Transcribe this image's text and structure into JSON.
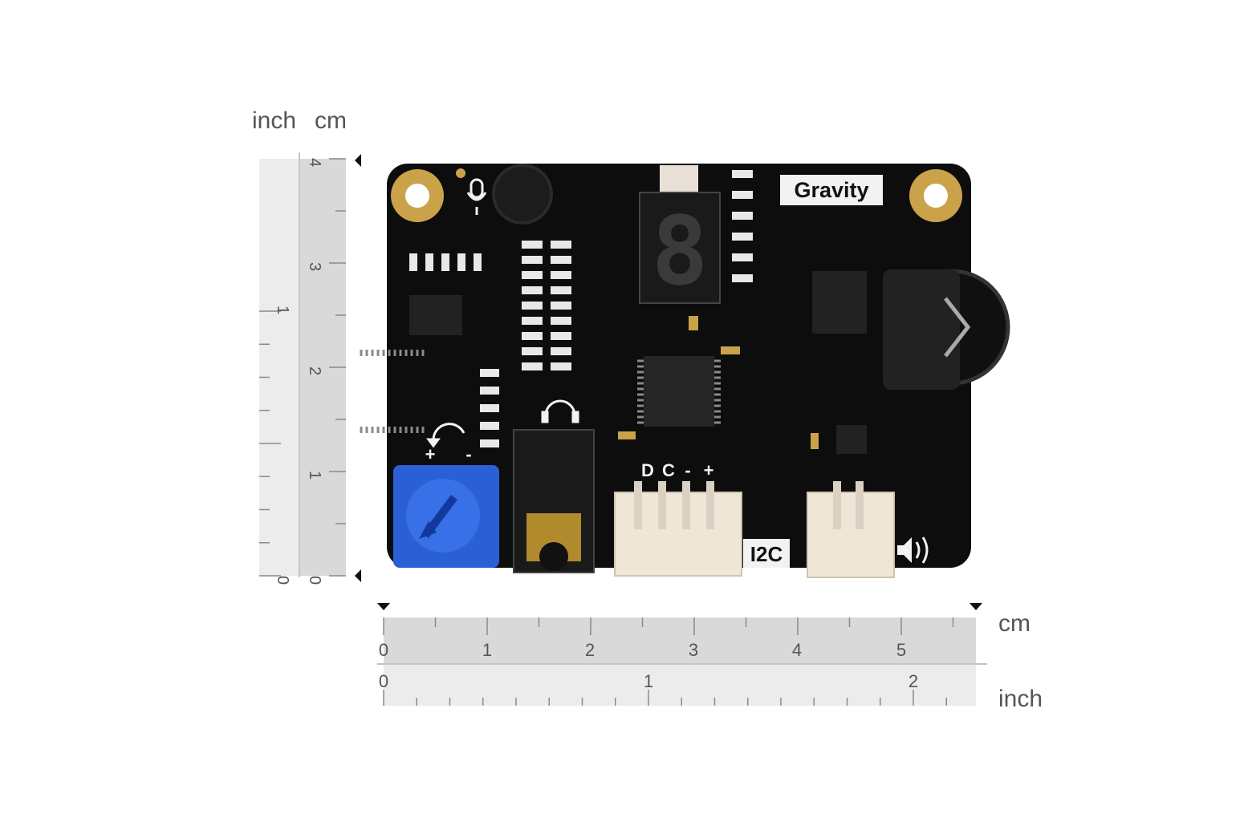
{
  "board": {
    "brand_label": "Gravity",
    "pins": [
      "D",
      "C",
      "-",
      "+"
    ],
    "interface_label": "I2C",
    "pot_labels": [
      "+",
      "-"
    ],
    "digit_display": "8"
  },
  "vertical_ruler": {
    "units_label_inch": "inch",
    "units_label_cm": "cm",
    "cm_ticks": [
      "0",
      "1",
      "2",
      "3",
      "4"
    ],
    "inch_ticks": [
      "0",
      "1"
    ]
  },
  "horizontal_ruler": {
    "units_label_cm": "cm",
    "units_label_inch": "inch",
    "cm_ticks": [
      "0",
      "1",
      "2",
      "3",
      "4",
      "5"
    ],
    "inch_ticks": [
      "0",
      "1",
      "2"
    ]
  },
  "colors": {
    "pcb": "#0d0d0d",
    "pad_gold": "#c9a24a",
    "pot_blue": "#2a5fd6",
    "connector_cream": "#efe6d6",
    "ruler_cm": "#d9d9d9",
    "ruler_inch": "#ececec"
  }
}
